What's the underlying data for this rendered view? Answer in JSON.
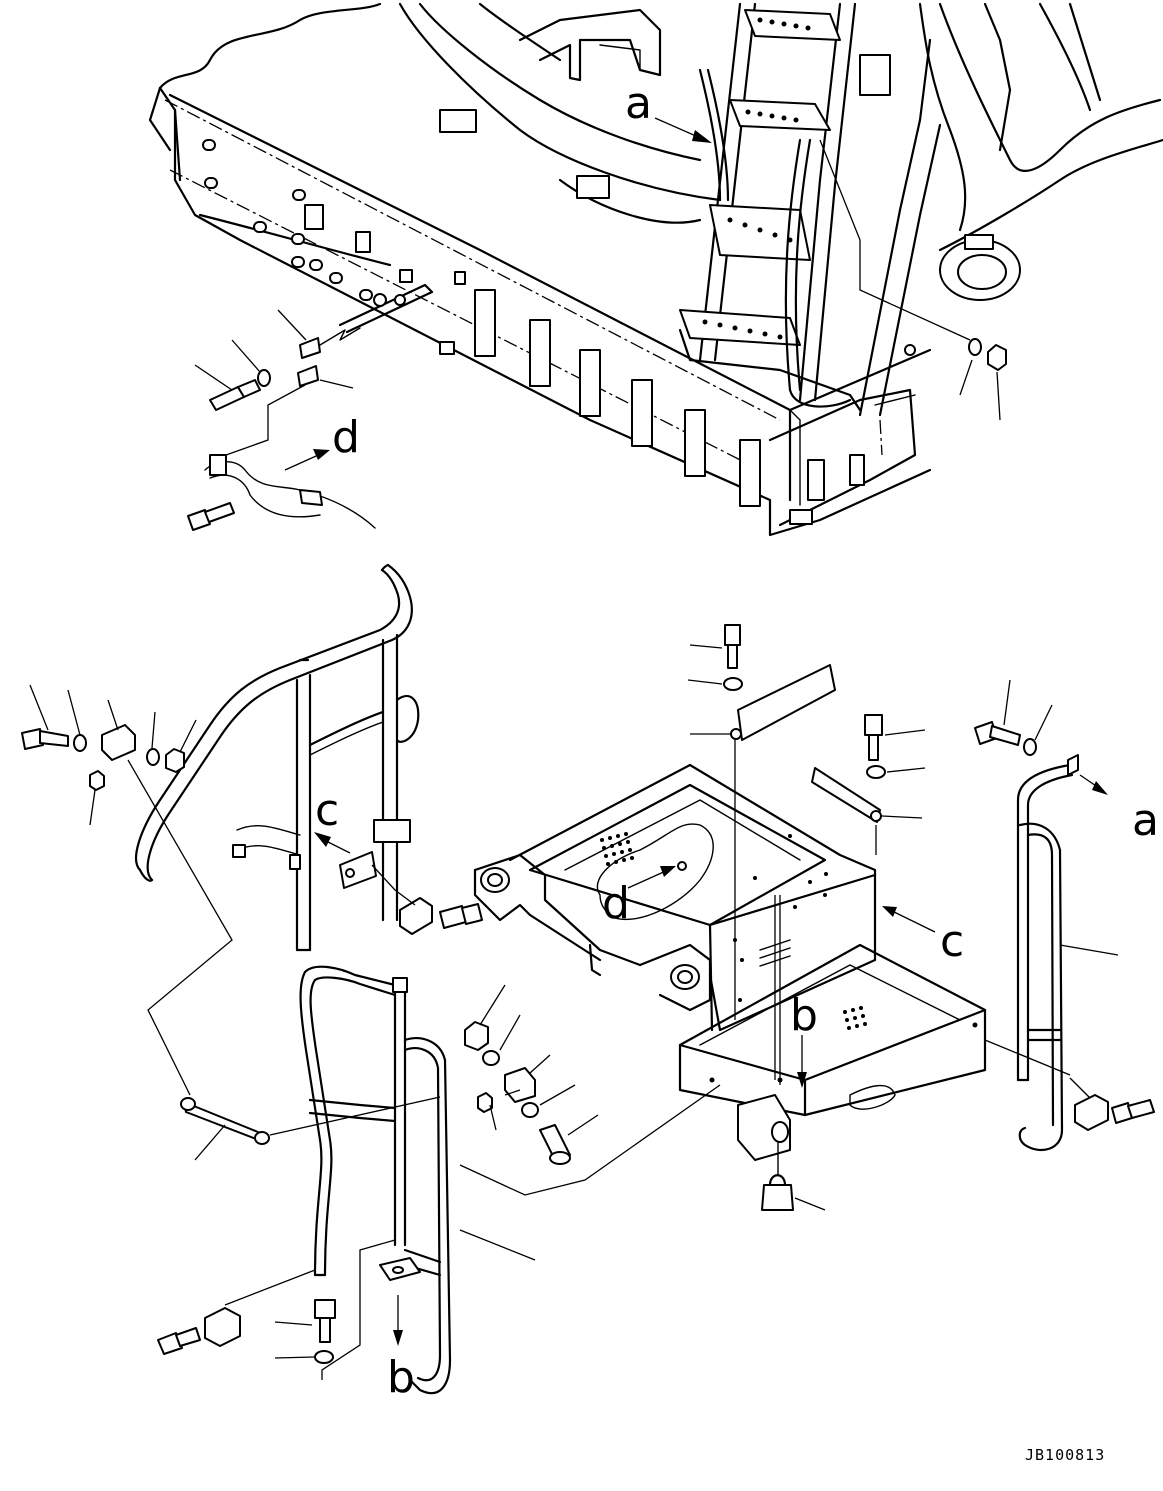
{
  "drawing": {
    "code": "JB100813"
  },
  "callouts": {
    "a_top": "a",
    "a_side": "a",
    "b_mid": "b",
    "b_low": "b",
    "c_left": "c",
    "c_right": "c",
    "d_top": "d",
    "d_mid": "d"
  },
  "colors": {
    "line": "#000000",
    "background": "#ffffff"
  }
}
